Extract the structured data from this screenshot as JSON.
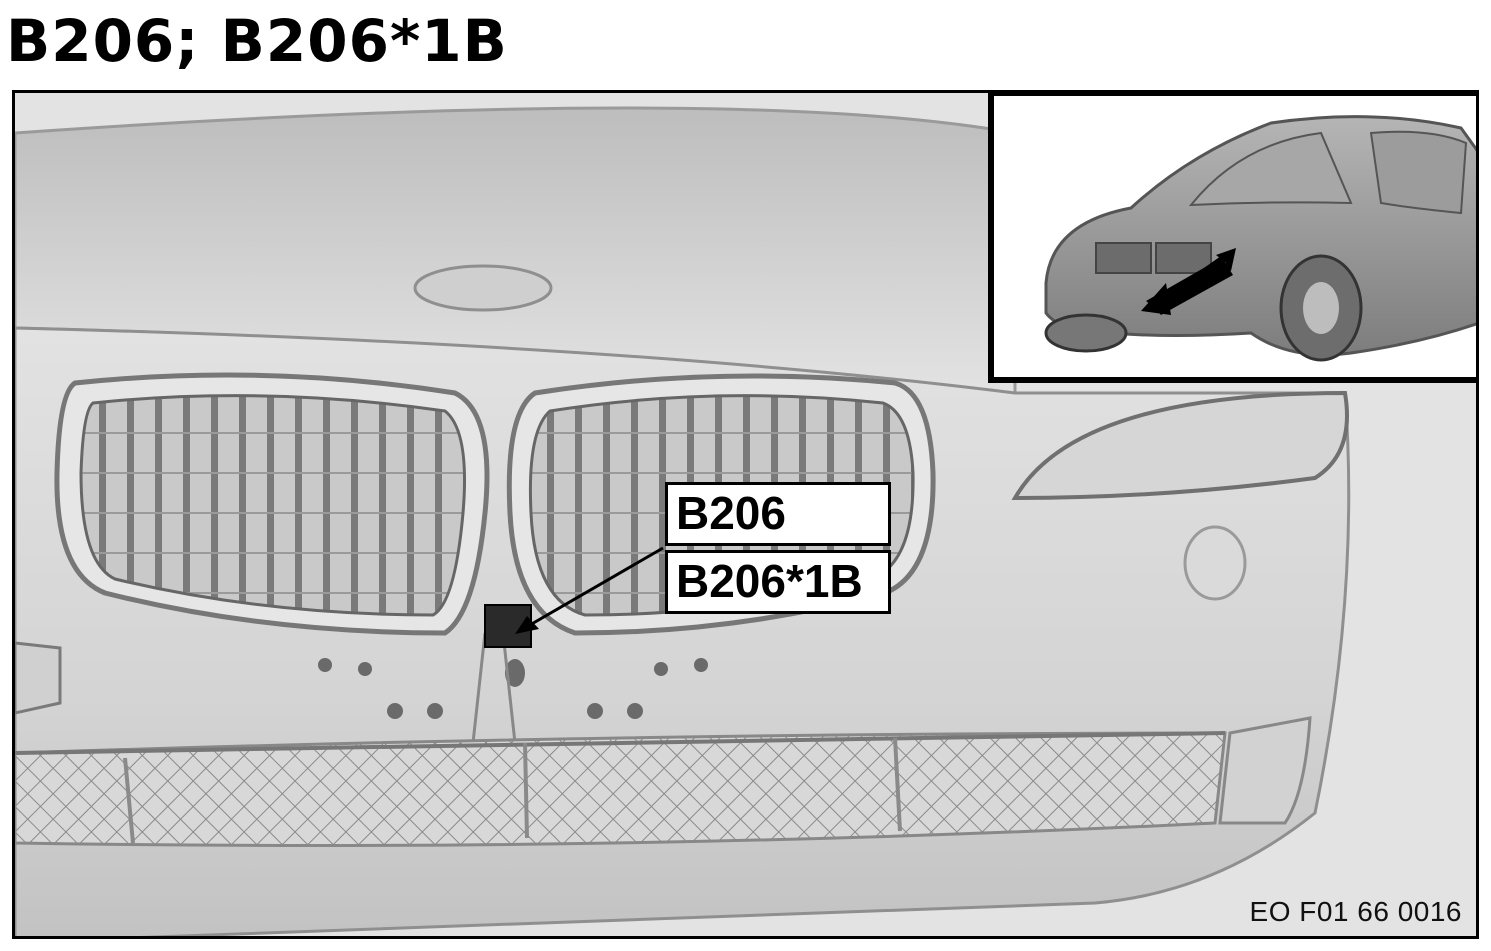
{
  "title": "B206; B206*1B",
  "callouts": [
    "B206",
    "B206*1B"
  ],
  "reference_code": "EO F01 66 0016",
  "colors": {
    "line": "#000000",
    "body": "#dcdcdc",
    "grille": "#a0a0a0",
    "inset_car": "#8a8a8a"
  },
  "icons": [
    "location-arrow-icon"
  ]
}
